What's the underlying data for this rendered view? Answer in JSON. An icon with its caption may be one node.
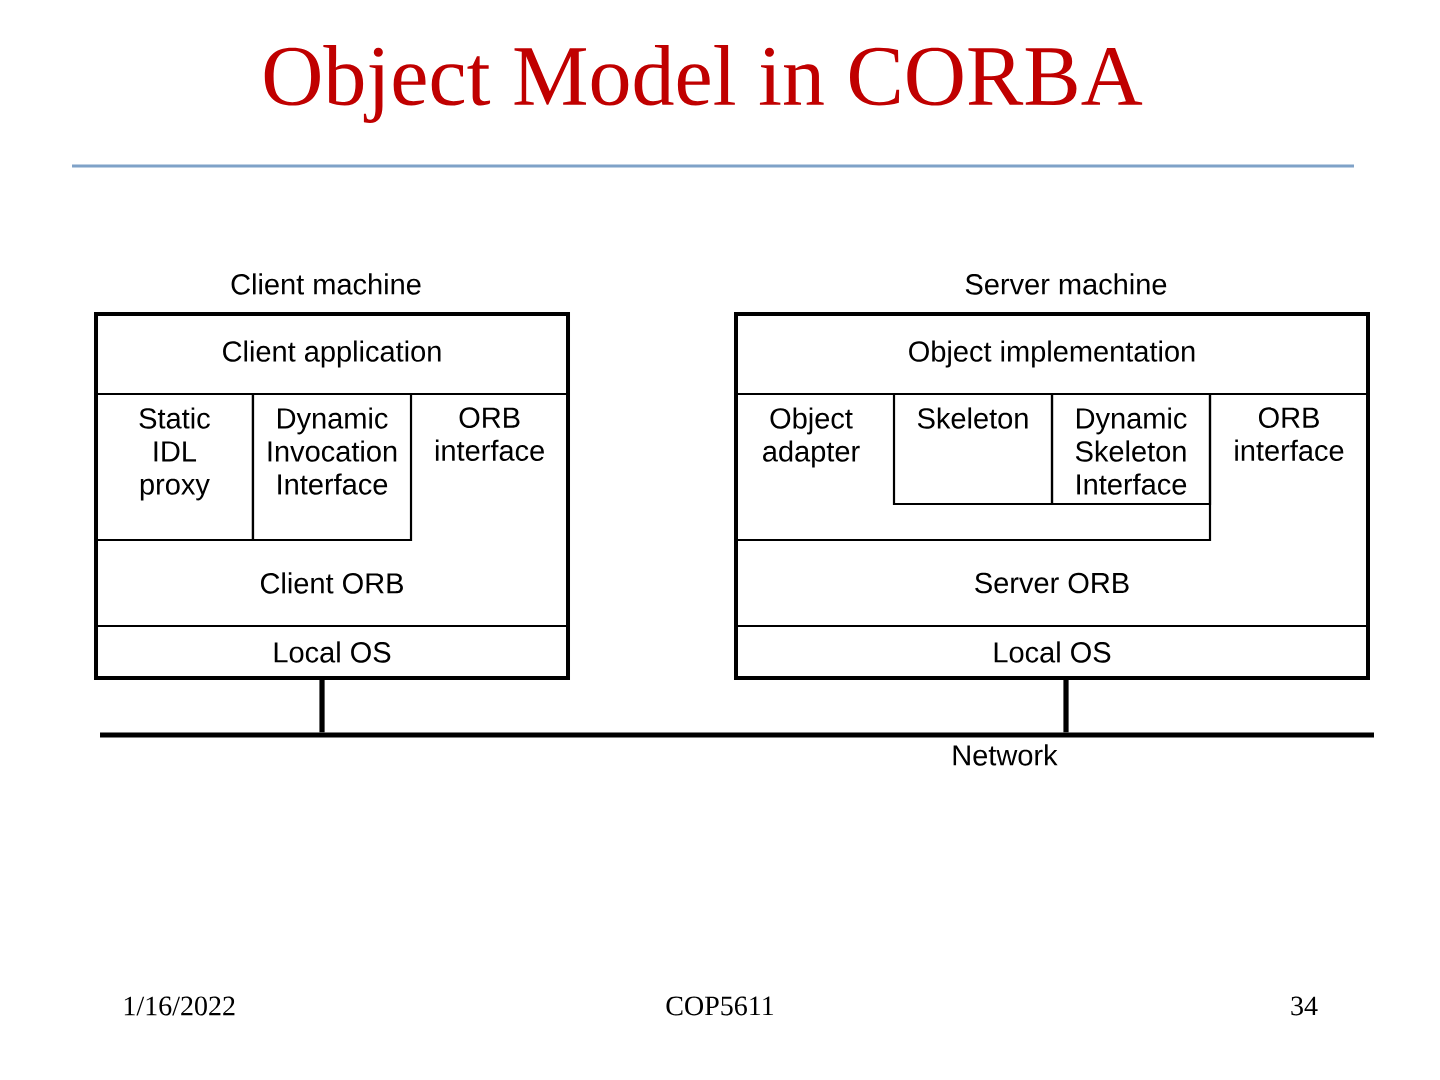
{
  "diagram": {
    "title": "Object Model in CORBA",
    "nodes": [
      {
        "text": [
          "Client machine"
        ]
      },
      {
        "text": [
          "Client application"
        ],
        "in": 0
      },
      {
        "text": [
          "Static IDL proxy"
        ],
        "in": 0
      },
      {
        "text": [
          "Dynamic Invocation Interface"
        ],
        "in": 0
      },
      {
        "text": [
          "ORB interface"
        ],
        "in": 0
      },
      {
        "text": [
          "Client ORB"
        ],
        "in": 0
      },
      {
        "text": [
          "Local OS"
        ],
        "in": 0
      },
      {
        "text": [
          "Server machine"
        ]
      },
      {
        "text": [
          "Object implementation"
        ],
        "in": 7
      },
      {
        "text": [
          "Object adapter"
        ],
        "in": 7
      },
      {
        "text": [
          "Skeleton"
        ],
        "in": 9
      },
      {
        "text": [
          "Dynamic Skeleton Interface"
        ],
        "in": 9
      },
      {
        "text": [
          "ORB interface"
        ],
        "in": 7
      },
      {
        "text": [
          "Server ORB"
        ],
        "in": 7
      },
      {
        "text": [
          "Local OS"
        ],
        "in": 7
      },
      {
        "text": [
          "Network"
        ]
      }
    ],
    "edges": [
      {
        "from": 6,
        "to": 15,
        "arrow": "none"
      },
      {
        "from": 14,
        "to": 15,
        "arrow": "none"
      }
    ],
    "labels": [
      "1/16/2022",
      "COP5611",
      "34"
    ]
  }
}
